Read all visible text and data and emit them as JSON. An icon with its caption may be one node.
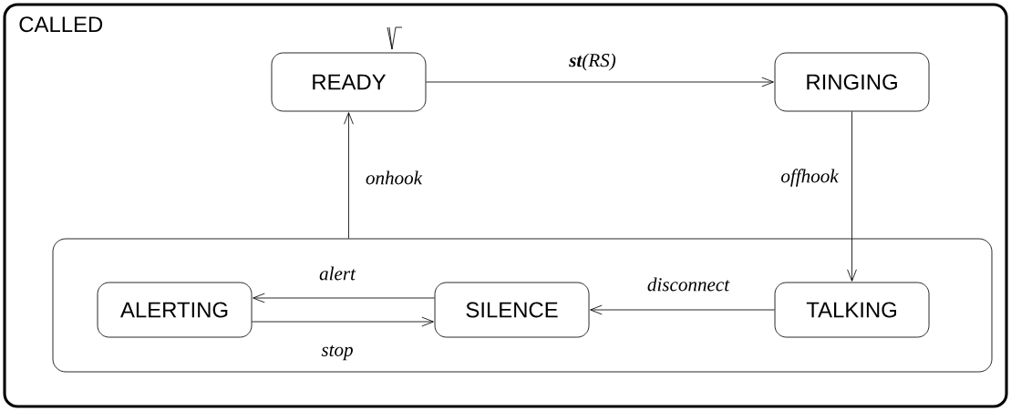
{
  "diagram": {
    "nodes": [
      {
        "text": [
          "CALLED"
        ]
      },
      {
        "text": [
          "READY"
        ],
        "in": 0
      },
      {
        "text": [
          "RINGING"
        ],
        "in": 0
      },
      {
        "text": [],
        "shape": "box",
        "in": 0
      },
      {
        "text": [
          "ALERTING"
        ],
        "in": 3
      },
      {
        "text": [
          "SILENCE"
        ],
        "in": 3
      },
      {
        "text": [
          "TALKING"
        ],
        "in": 3
      }
    ],
    "edges": [
      {
        "from": 1,
        "to": 2,
        "arrow": "to",
        "label": "**st**(*RS*)"
      },
      {
        "from": 2,
        "to": 6,
        "arrow": "to",
        "label": "offhook"
      },
      {
        "from": 3,
        "to": 1,
        "arrow": "to",
        "label": "onhook"
      },
      {
        "from": 6,
        "to": 5,
        "arrow": "to",
        "label": "disconnect"
      },
      {
        "from": 5,
        "to": 4,
        "arrow": "to",
        "label": "alert"
      },
      {
        "from": 4,
        "to": 5,
        "arrow": "to",
        "label": "stop"
      }
    ]
  }
}
